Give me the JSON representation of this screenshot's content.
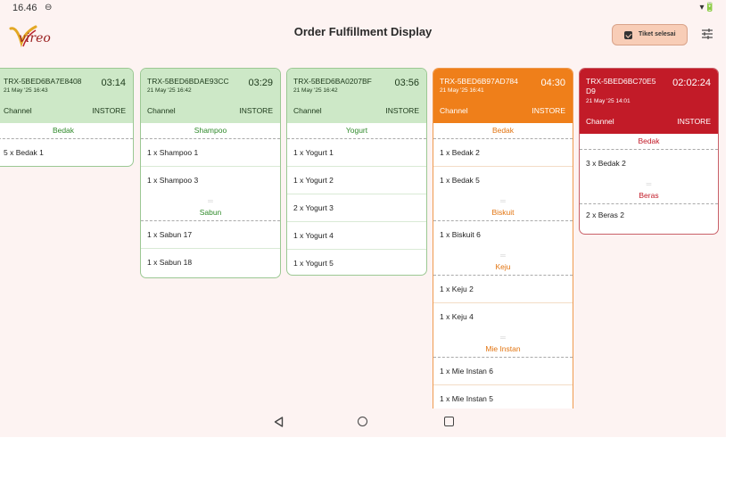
{
  "status_bar": {
    "time": "16.46",
    "dnd": "⊖",
    "right": "▾🔋"
  },
  "app": {
    "logo_text": "vireo",
    "title": "Order Fulfillment Display"
  },
  "toolbar": {
    "done_button_label": "Tiket selesai"
  },
  "channel_label": "Channel",
  "orders": [
    {
      "id": "TRX-5BED6BA7E8408",
      "time": "03:14",
      "date": "21 May '25 16:43",
      "channel": "INSTORE",
      "status": "green",
      "groups": [
        {
          "category": "Bedak",
          "items": [
            "5 x Bedak 1"
          ]
        }
      ]
    },
    {
      "id": "TRX-5BED6BDAE93CC",
      "time": "03:29",
      "date": "21 May '25 16:42",
      "channel": "INSTORE",
      "status": "green",
      "groups": [
        {
          "category": "Shampoo",
          "items": [
            "1 x Shampoo 1",
            "1 x Shampoo 3"
          ]
        },
        {
          "category": "Sabun",
          "items": [
            "1 x Sabun 17",
            "1 x Sabun 18"
          ]
        }
      ]
    },
    {
      "id": "TRX-5BED6BA0207BF",
      "time": "03:56",
      "date": "21 May '25 16:42",
      "channel": "INSTORE",
      "status": "green",
      "groups": [
        {
          "category": "Yogurt",
          "items": [
            "1 x Yogurt 1",
            "1 x Yogurt 2",
            "2 x Yogurt 3",
            "1 x Yogurt 4",
            "1 x Yogurt 5"
          ]
        }
      ]
    },
    {
      "id": "TRX-5BED6B97AD784",
      "time": "04:30",
      "date": "21 May '25 16:41",
      "channel": "INSTORE",
      "status": "orange",
      "groups": [
        {
          "category": "Bedak",
          "items": [
            "1 x Bedak 2",
            "1 x Bedak 5"
          ]
        },
        {
          "category": "Biskuit",
          "items": [
            "1 x Biskuit 6"
          ]
        },
        {
          "category": "Keju",
          "items": [
            "1 x Keju 2",
            "1 x Keju 4"
          ]
        },
        {
          "category": "Mie Instan",
          "items": [
            "1 x Mie Instan 6",
            "1 x Mie Instan 5"
          ]
        }
      ]
    },
    {
      "id": "TRX-5BED6BC70E5",
      "id_line2": "D9",
      "time": "02:02:24",
      "date": "21 May '25 14:01",
      "channel": "INSTORE",
      "status": "red",
      "groups": [
        {
          "category": "Bedak",
          "items": [
            "3 x Bedak 2"
          ]
        },
        {
          "category": "Beras",
          "items": [
            "2 x Beras 2"
          ]
        }
      ]
    }
  ],
  "colors": {
    "green_header": "#cde8c7",
    "orange_header": "#ef7f1a",
    "red_header": "#c21b28",
    "background": "#fdf3f2"
  }
}
